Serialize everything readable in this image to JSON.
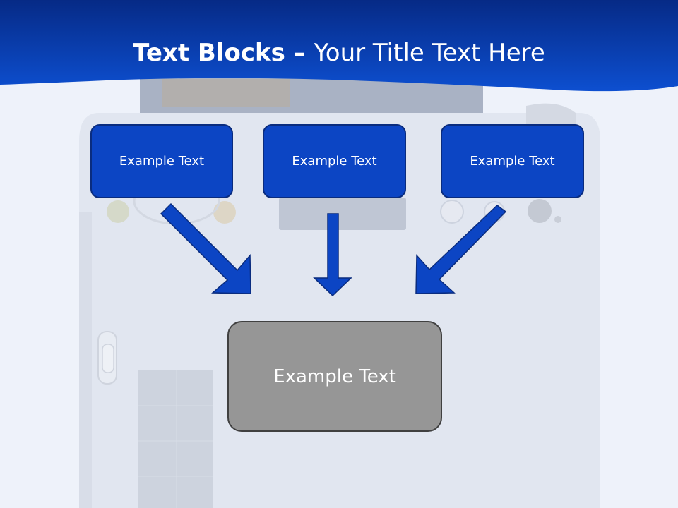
{
  "slide": {
    "title_bold": "Text Blocks",
    "title_sep": " – ",
    "title_rest": "Your Title Text Here",
    "blocks": [
      {
        "label": "Example Text"
      },
      {
        "label": "Example Text"
      },
      {
        "label": "Example Text"
      }
    ],
    "target": {
      "label": "Example Text"
    }
  },
  "colors": {
    "header_blue": "#0a3fae",
    "block_blue": "#0c45c4",
    "block_border": "#0a2c7e",
    "arrow_blue": "#0c45c4",
    "target_gray": "#969696"
  }
}
